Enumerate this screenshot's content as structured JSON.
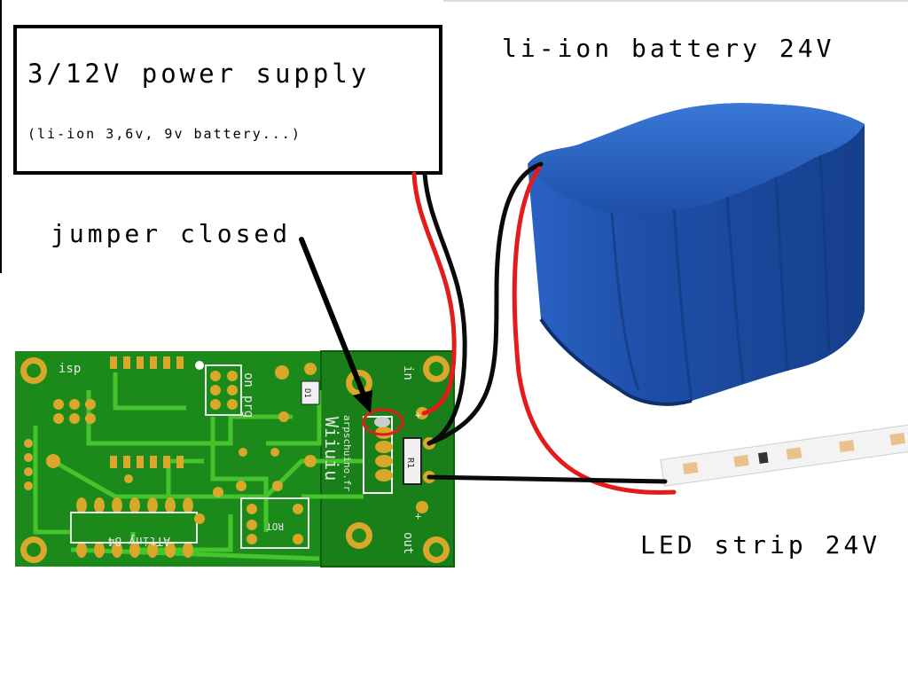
{
  "labels": {
    "power_supply_title": "3/12V power supply",
    "power_supply_subtitle": "(li-ion 3,6v, 9v battery...)",
    "battery": "li-ion battery 24V",
    "jumper": "jumper closed",
    "led_strip": "LED strip 24V"
  },
  "pcb": {
    "silkscreen_isp": "isp",
    "silkscreen_on": "on",
    "silkscreen_prg": "prg",
    "silkscreen_in": "in",
    "silkscreen_out": "out",
    "silkscreen_brand": "Wiiuiu",
    "silkscreen_site": "arpschuino.fr",
    "silkscreen_chip": "ATtiny 84",
    "silkscreen_rot": "ROT",
    "silkscreen_r1": "R1",
    "silkscreen_d1": "D1",
    "silkscreen_plus_in": "+",
    "silkscreen_plus_out": "+"
  },
  "colors": {
    "pcb_green": "#1b8a1b",
    "trace_green": "#3fbf2a",
    "pad_gold": "#d9a82b",
    "battery_blue": "#1d4fa8",
    "wire_red": "#e31b1b",
    "wire_black": "#0a0a0a",
    "jumper_circle": "#e31b1b"
  }
}
